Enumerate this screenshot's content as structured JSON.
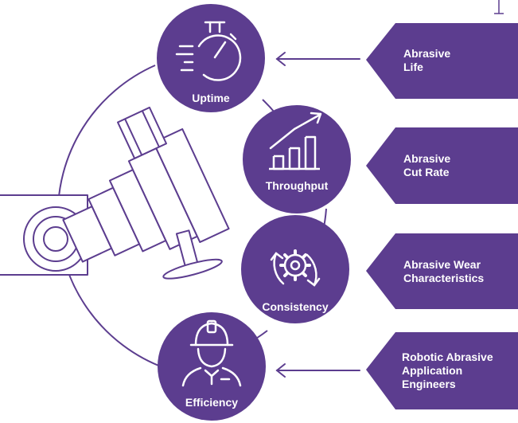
{
  "colors": {
    "purple": "#5c3d8f",
    "white": "#ffffff",
    "stroke": "#5c3d8f"
  },
  "hubs": [
    {
      "label": "Uptime",
      "icon": "stopwatch-icon"
    },
    {
      "label": "Throughput",
      "icon": "bar-growth-chart-icon"
    },
    {
      "label": "Consistency",
      "icon": "gear-cycle-icon"
    },
    {
      "label": "Efficiency",
      "icon": "engineer-hardhat-icon"
    }
  ],
  "drivers": [
    {
      "line1": "Abrasive",
      "line2": "Life",
      "line3": ""
    },
    {
      "line1": "Abrasive",
      "line2": "Cut Rate",
      "line3": ""
    },
    {
      "line1": "Abrasive Wear",
      "line2": "Characteristics",
      "line3": ""
    },
    {
      "line1": "Robotic Abrasive",
      "line2": "Application",
      "line3": "Engineers"
    }
  ],
  "illustration": "robotic-arm-sander-icon"
}
